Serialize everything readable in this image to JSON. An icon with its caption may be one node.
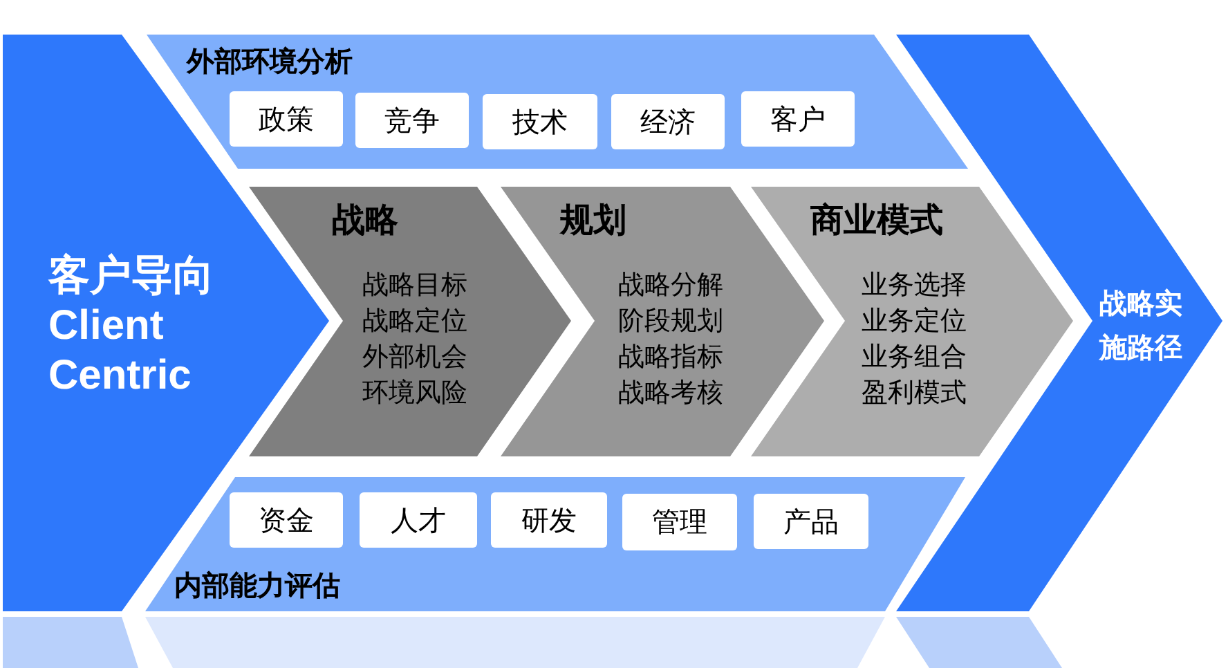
{
  "diagram": {
    "nodes": [
      {
        "text": [
          "客户导向",
          "Client Centric"
        ]
      },
      {
        "text": [
          "外部环境分析"
        ]
      },
      {
        "text": [
          "政策"
        ],
        "in": 1
      },
      {
        "text": [
          "竞争"
        ],
        "in": 1
      },
      {
        "text": [
          "技术"
        ],
        "in": 1
      },
      {
        "text": [
          "经济"
        ],
        "in": 1
      },
      {
        "text": [
          "客户"
        ],
        "in": 1
      },
      {
        "text": [
          "战略",
          "战略目标",
          "战略定位",
          "外部机会",
          "环境风险"
        ]
      },
      {
        "text": [
          "规划",
          "战略分解",
          "阶段规划",
          "战略指标",
          "战略考核"
        ]
      },
      {
        "text": [
          "商业模式",
          "业务选择",
          "业务定位",
          "业务组合",
          "盈利模式"
        ]
      },
      {
        "text": [
          "内部能力评估"
        ]
      },
      {
        "text": [
          "资金"
        ],
        "in": 10
      },
      {
        "text": [
          "人才"
        ],
        "in": 10
      },
      {
        "text": [
          "研发"
        ],
        "in": 10
      },
      {
        "text": [
          "管理"
        ],
        "in": 10
      },
      {
        "text": [
          "产品"
        ],
        "in": 10
      },
      {
        "text": [
          "战略实施路径"
        ]
      }
    ],
    "edges": []
  }
}
